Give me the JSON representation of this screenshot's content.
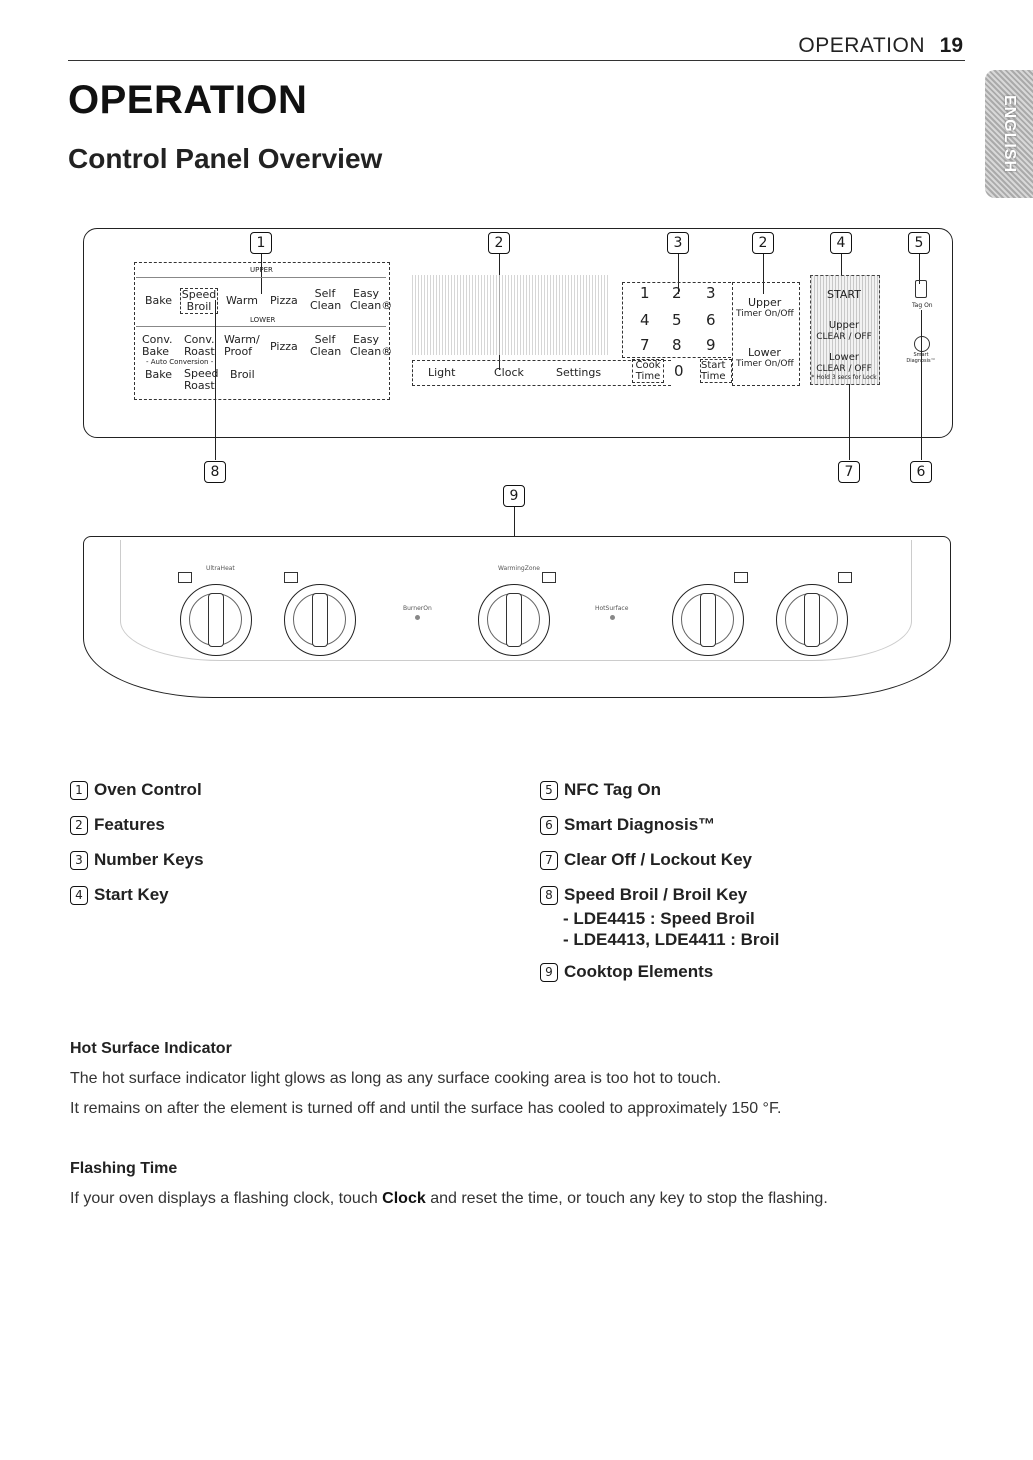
{
  "header": {
    "section": "OPERATION",
    "page": "19",
    "language_tab": "ENGLISH"
  },
  "title": "OPERATION",
  "subtitle": "Control Panel Overview",
  "callout_numbers": [
    "1",
    "2",
    "3",
    "2",
    "4",
    "5",
    "8",
    "7",
    "6",
    "9"
  ],
  "panel": {
    "upper_label": "UPPER",
    "lower_label": "LOWER",
    "upper_row": [
      "Bake",
      "Speed Broil",
      "Warm",
      "Pizza",
      "Self Clean",
      "Easy Clean®"
    ],
    "lower_row1": [
      "Conv. Bake",
      "Conv. Roast",
      "Warm/ Proof",
      "Pizza",
      "Self Clean",
      "Easy Clean®"
    ],
    "auto_conversion": "- Auto Conversion -",
    "lower_row2": [
      "Bake",
      "Speed Roast",
      "Broil"
    ],
    "features": [
      "Light",
      "Clock",
      "Settings"
    ],
    "number_keys": [
      "1",
      "2",
      "3",
      "4",
      "5",
      "6",
      "7",
      "8",
      "9",
      "0"
    ],
    "cook_time": "Cook Time",
    "start_time": "Start Time",
    "upper_timer": "Upper",
    "upper_timer_sub": "Timer On/Off",
    "lower_timer": "Lower",
    "lower_timer_sub": "Timer On/Off",
    "start": "START",
    "upper_clear": "Upper",
    "upper_clear_sub": "CLEAR / OFF",
    "lower_clear": "Lower",
    "lower_clear_sub": "CLEAR / OFF",
    "lock_hint": "* Hold 3 secs for Lock",
    "tag_on": "Tag On",
    "smart_diagnosis": "Smart Diagnosis™"
  },
  "cooktop": {
    "ultraheat": "UltraHeat",
    "warming_zone": "WarmingZone",
    "burner_on": "BurnerOn",
    "hot_surface": "HotSurface"
  },
  "legend_left": [
    {
      "num": "1",
      "label": "Oven Control"
    },
    {
      "num": "2",
      "label": "Features"
    },
    {
      "num": "3",
      "label": "Number Keys"
    },
    {
      "num": "4",
      "label": "Start Key"
    }
  ],
  "legend_right": [
    {
      "num": "5",
      "label": "NFC Tag On"
    },
    {
      "num": "6",
      "label": "Smart Diagnosis™"
    },
    {
      "num": "7",
      "label": "Clear Off / Lockout Key"
    },
    {
      "num": "8",
      "label": "Speed Broil / Broil Key"
    },
    {
      "num": "9",
      "label": "Cooktop Elements"
    }
  ],
  "broil_models": [
    "- LDE4415 : Speed Broil",
    "- LDE4413, LDE4411 : Broil"
  ],
  "hot_surface": {
    "heading": "Hot Surface Indicator",
    "line1": "The hot surface indicator light glows as long as any surface cooking area is too hot to touch.",
    "line2": "It remains on after the element is turned off and until the surface has cooled to approximately 150 °F."
  },
  "flashing": {
    "heading": "Flashing Time",
    "before": "If your oven displays a flashing clock, touch ",
    "bold": "Clock",
    "after": " and reset the time, or touch any key to stop the flashing."
  }
}
